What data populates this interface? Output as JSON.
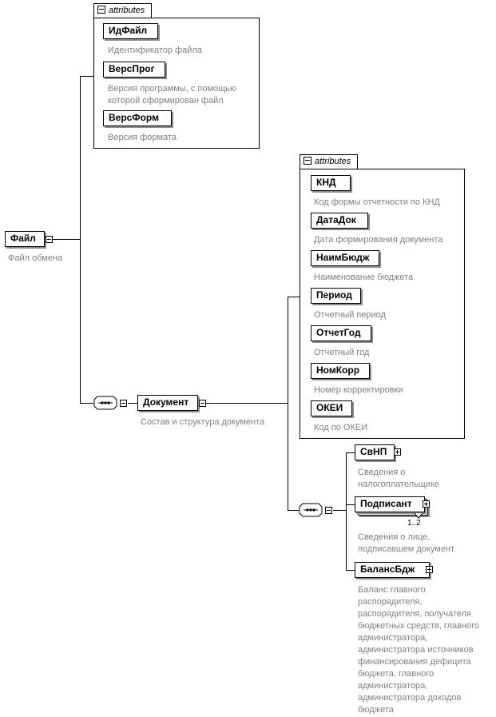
{
  "root": {
    "name": "Файл",
    "description": "Файл обмена"
  },
  "root_attributes": {
    "tab": "attributes",
    "items": [
      {
        "name": "ИдФайл",
        "description": [
          "Идентификатор файла"
        ]
      },
      {
        "name": "ВерсПрог",
        "description": [
          "Версия программы, с помощью",
          "которой сформирован файл"
        ]
      },
      {
        "name": "ВерсФорм",
        "description": [
          "Версия формата"
        ]
      }
    ]
  },
  "document": {
    "name": "Документ",
    "description": "Состав и структура документа"
  },
  "document_attributes": {
    "tab": "attributes",
    "items": [
      {
        "name": "КНД",
        "description": "Код формы отчетности по КНД"
      },
      {
        "name": "ДатаДок",
        "description": "Дата формирования документа"
      },
      {
        "name": "НаимБюдж",
        "description": "Наименование бюджета"
      },
      {
        "name": "Период",
        "description": "Отчетный период"
      },
      {
        "name": "ОтчетГод",
        "description": "Отчетный год"
      },
      {
        "name": "НомКорр",
        "description": "Номер корректировки"
      },
      {
        "name": "ОКЕИ",
        "description": "Код по ОКЕИ"
      }
    ]
  },
  "children": [
    {
      "name": "СвНП",
      "description": [
        "Сведения о",
        "налогоплательщике"
      ]
    },
    {
      "name": "Подписант",
      "cardinality": "1..2",
      "description": [
        "Сведения о лице,",
        "подписавшем документ"
      ]
    },
    {
      "name": "БалансБдж",
      "description": [
        "Баланс главного",
        "распорядителя,",
        "распорядителя, получателя",
        "бюджетных средств, главного",
        "администратора,",
        "администратора источников",
        "финансирования дефицита",
        "бюджета, главного",
        "администратора,",
        "администратора доходов",
        "бюджета"
      ]
    }
  ]
}
